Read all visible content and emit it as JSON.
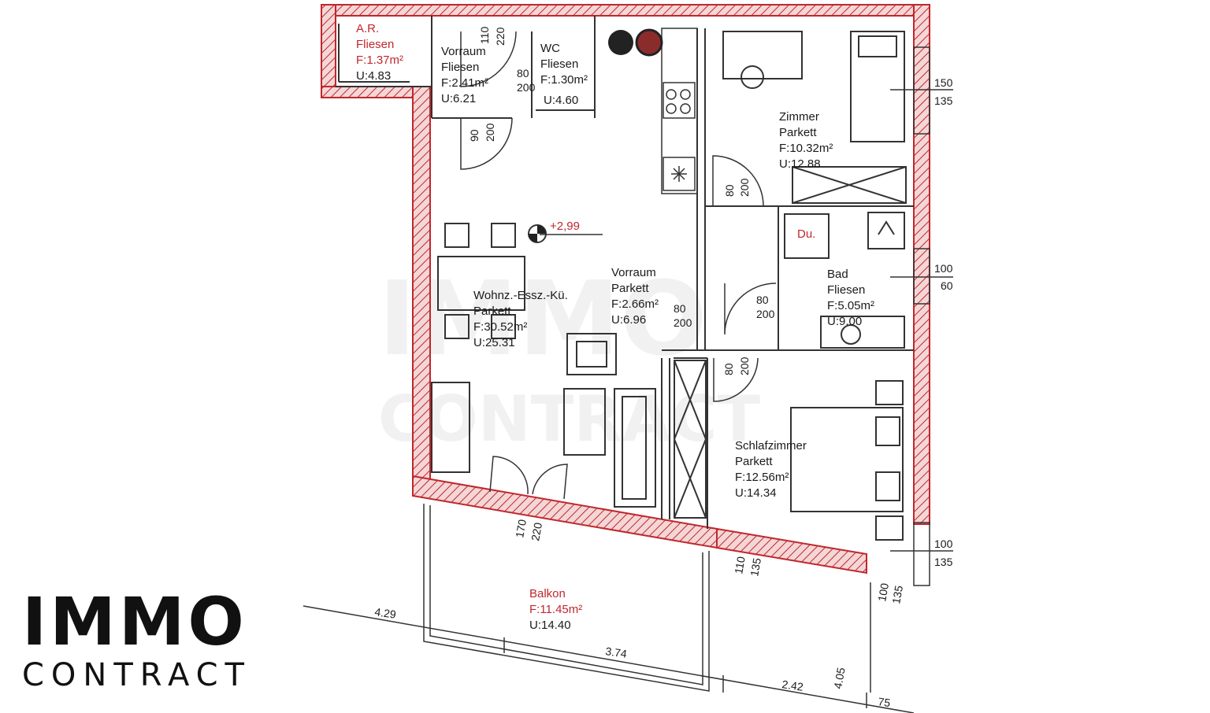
{
  "rooms": {
    "ar": {
      "name": "A.R.",
      "floor": "Fliesen",
      "area": "F:1.37m²",
      "perimeter": "U:4.83"
    },
    "vorraum1": {
      "name": "Vorraum",
      "floor": "Fliesen",
      "area": "F:2.41m²",
      "perimeter": "U:6.21"
    },
    "wc": {
      "name": "WC",
      "floor": "Fliesen",
      "area": "F:1.30m²",
      "perimeter": "U:4.60"
    },
    "zimmer": {
      "name": "Zimmer",
      "floor": "Parkett",
      "area": "F:10.32m²",
      "perimeter": "U:12.88"
    },
    "wohnen": {
      "name": "Wohnz.-Essz.-Kü.",
      "floor": "Parkett",
      "area": "F:30.52m²",
      "perimeter": "U:25.31"
    },
    "vorraum2": {
      "name": "Vorraum",
      "floor": "Parkett",
      "area": "F:2.66m²",
      "perimeter": "U:6.96"
    },
    "bad": {
      "name": "Bad",
      "floor": "Fliesen",
      "area": "F:5.05m²",
      "perimeter": "U:9.00"
    },
    "schlafzimmer": {
      "name": "Schlafzimmer",
      "floor": "Parkett",
      "area": "F:12.56m²",
      "perimeter": "U:14.34"
    },
    "balkon": {
      "name": "Balkon",
      "area": "F:11.45m²",
      "perimeter": "U:14.40"
    }
  },
  "labels": {
    "shower": "Du.",
    "level": "+2,99"
  },
  "dims": {
    "d110": "110",
    "d220": "220",
    "d80a": "80",
    "d200a": "200",
    "d90": "90",
    "d200b": "200",
    "d80b": "80",
    "d200c": "200",
    "d80c": "80",
    "d200d": "200",
    "d80d": "80",
    "d200e": "200",
    "d80e": "80",
    "d200f": "200",
    "w150": "150",
    "w135a": "135",
    "w100a": "100",
    "w60": "60",
    "w100b": "100",
    "w135b": "135",
    "d170": "170",
    "d220b": "220",
    "d110b": "110",
    "d135c": "135",
    "d100c": "100",
    "d135d": "135",
    "m429": "4.29",
    "m374": "3.74",
    "m242": "2.42",
    "m405": "4.05",
    "m75": "75"
  },
  "logo": {
    "main": "IMMO",
    "sub": "CONTRACT"
  },
  "colors": {
    "wall": "#c0272d",
    "line": "#333333"
  }
}
